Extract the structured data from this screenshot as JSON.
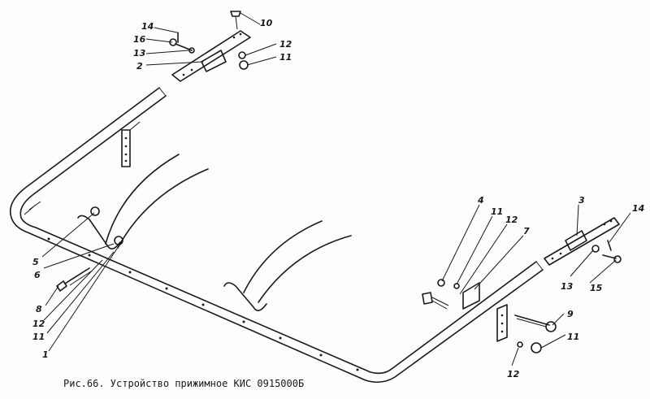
{
  "caption": "Рис.66. Устройство прижимное КИС 0915000Б",
  "labels": {
    "l14a": "14",
    "l10": "10",
    "l16": "16",
    "l12a": "12",
    "l13a": "13",
    "l11a": "11",
    "l2": "2",
    "l3": "3",
    "l14b": "14",
    "l13b": "13",
    "l15": "15",
    "l4": "4",
    "l11b": "11",
    "l12b": "12",
    "l7": "7",
    "l9": "9",
    "l11c": "11",
    "l12c": "12",
    "l5": "5",
    "l6": "6",
    "l8": "8",
    "l12d": "12",
    "l11d": "11",
    "l1": "1"
  }
}
